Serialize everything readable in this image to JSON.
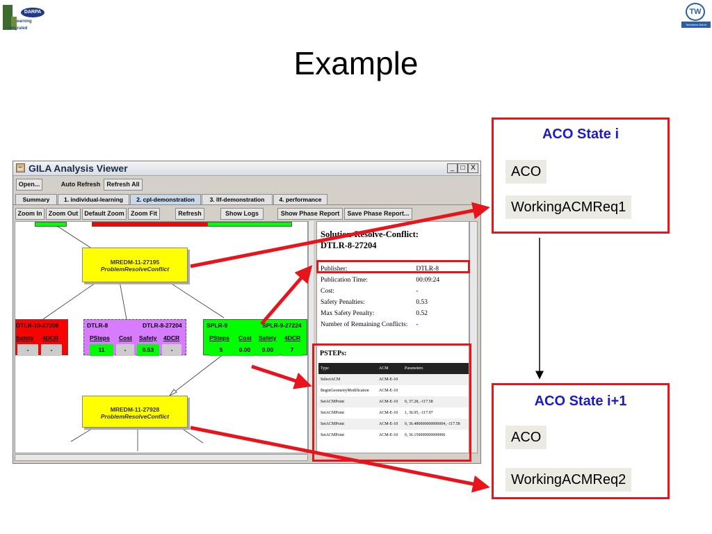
{
  "slide": {
    "title": "Example"
  },
  "logos": {
    "left_badge": "DARPA",
    "left_line1": "earning",
    "left_line2": "ntegrated",
    "right_badge": "TW",
    "right_caption": "Tetherless World"
  },
  "window": {
    "title": "GILA Analysis Viewer",
    "controls": [
      "_",
      "□",
      "X"
    ],
    "toolbar": [
      "Open...",
      "Auto Refresh",
      "Refresh All"
    ],
    "tabs": [
      "Summary",
      "1. individual-learning",
      "2. cpl-demonstration",
      "3. llf-demonstration",
      "4. performance"
    ],
    "active_tab": 2,
    "zoombar": [
      "Zoom In",
      "Zoom Out",
      "Default Zoom",
      "Zoom Fit",
      "Refresh",
      "Show Logs",
      "Show Phase Report",
      "Save Phase Report..."
    ]
  },
  "graph": {
    "node1": {
      "id": "MREDM-11-27195",
      "type": "ProblemResolveConflict"
    },
    "node2": {
      "id": "MREDM-11-27928",
      "type": "ProblemResolveConflict"
    },
    "strip_red": {
      "head": "DTLR-10-27208",
      "links": [
        "Safety",
        "4DCR"
      ],
      "cells": [
        "-",
        "-"
      ]
    },
    "strip_purple": {
      "head_left": "DTLR-8",
      "head_right": "DTLR-8-27204",
      "links": [
        "PSteps",
        "Cost",
        "Safety",
        "4DCR"
      ],
      "cells": [
        "11",
        "-",
        "0.53",
        "-"
      ]
    },
    "strip_green": {
      "head_left": "SPLR-9",
      "head_right": "SPLR-9-27224",
      "links": [
        "PSteps",
        "Cost",
        "Safety",
        "4DCR"
      ],
      "cells": [
        "5",
        "0.00",
        "0.00",
        "7"
      ]
    },
    "colors": {
      "red": "#ff0000",
      "purple": "#d77bff",
      "green": "#00ff00",
      "node": "#ffff00"
    }
  },
  "detail": {
    "heading_line1": "Solution-Resolve-Conflict:",
    "heading_line2": "DTLR-8-27204",
    "fields": [
      {
        "key": "Publisher:",
        "value": "DTLR-8"
      },
      {
        "key": "Publication Time:",
        "value": "00:09:24"
      },
      {
        "key": "Cost:",
        "value": "-"
      },
      {
        "key": "Safety Penalties:",
        "value": "0.53"
      },
      {
        "key": "Max Safety Penalty:",
        "value": "0.52"
      },
      {
        "key": "Number of Remaining Conflicts:",
        "value": "-"
      }
    ],
    "psteps_label": "PSTEPs:",
    "psteps_headers": [
      "Type",
      "ACM",
      "Parameters"
    ],
    "psteps_rows": [
      [
        "SelectACM",
        "ACM-E-10",
        ""
      ],
      [
        "BeginGeometryModification",
        "ACM-E-10",
        ""
      ],
      [
        "SetACMPoint",
        "ACM-E-10",
        "0, 37.28, -117.58"
      ],
      [
        "SetACMPoint",
        "ACM-E-10",
        "1, 36.95, -117.97"
      ],
      [
        "SetACMPoint",
        "ACM-E-10",
        "0, 36.480000000000004, -117.58"
      ],
      [
        "SetACMPoint",
        "ACM-E-10",
        "0, 36.150000000000006"
      ]
    ]
  },
  "aco_state_i": {
    "title": "ACO State i",
    "line1": "ACO",
    "line2": "WorkingACMReq1"
  },
  "aco_state_i1": {
    "title": "ACO State i+1",
    "line1": "ACO",
    "line2": "WorkingACMReq2"
  },
  "colors": {
    "arrow": "#e8141c",
    "aco_title": "#1a1acc",
    "chip": "#ecebe3"
  }
}
